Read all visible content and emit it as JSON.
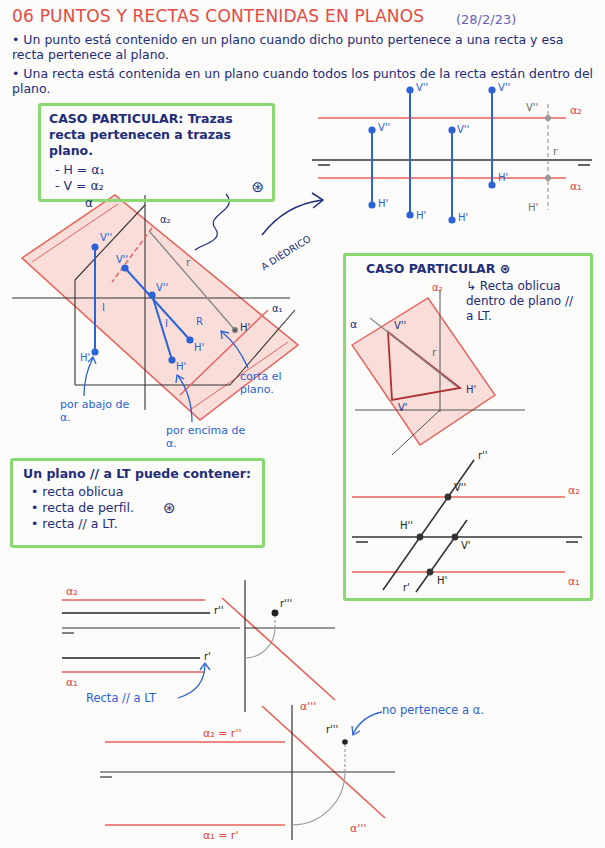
{
  "diagram": {
    "title": "06 PUNTOS Y RECTAS CONTENIDAS EN PLANOS",
    "nodes": [
      {
        "text": [
          "CASO PARTICULAR: Trazas recta pertenecen a trazas plano.",
          "- H = α₁",
          "- V = α₂",
          "⊛"
        ]
      },
      {
        "text": [
          "CASO PARTICULAR ⊛",
          "↳ Recta oblicua dentro de plano // a LT."
        ]
      },
      {
        "text": [
          "Un plano // a LT puede contener:",
          "• recta oblicua",
          "• recta de perfil.",
          "• recta // a LT.",
          "⊛"
        ]
      }
    ],
    "labels": [
      "(28/2/23)",
      "• Un punto está contenido en un plano cuando dicho punto pertenece a una recta y esa recta pertenece al plano.",
      "• Una recta está contenida en un plano cuando todos los puntos de la recta están dentro del plano.",
      "V''",
      "H'",
      "V''",
      "H'",
      "V''",
      "H'",
      "V''",
      "H'",
      "V''",
      "H'",
      "r",
      "α₂",
      "α₁",
      "α",
      "α₂",
      "α₁",
      "V''",
      "V''",
      "V''",
      "I",
      "I",
      "R",
      "r",
      "H'",
      "H'",
      "H'",
      "H'",
      "por abajo de α.",
      "por encima de α.",
      "corta el plano.",
      "A DIÉDRICO",
      "α",
      "α₂",
      "V''",
      "r",
      "H'",
      "V'",
      "r''",
      "V''",
      "H''",
      "V'",
      "H'",
      "r'",
      "α₂",
      "α₁",
      "α₂",
      "r''",
      "r'",
      "α₁",
      "r'''",
      "α'''",
      "Recta // a LT",
      "α₂ = r''",
      "α₁ = r'",
      "r'''",
      "α'''",
      "no pertenece a α."
    ]
  }
}
